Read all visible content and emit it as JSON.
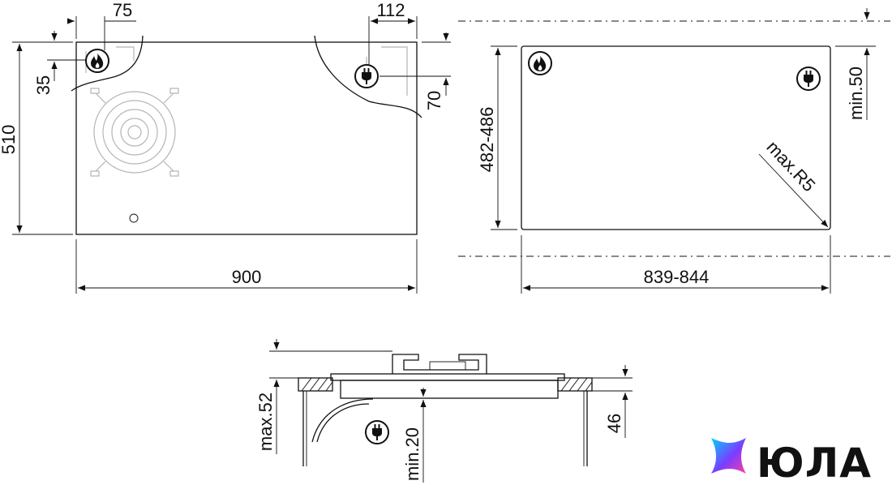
{
  "top_view": {
    "dim_width": "900",
    "dim_depth": "510",
    "dim_gas_x": "75",
    "dim_gas_y": "35",
    "dim_elec_x": "112",
    "dim_elec_y": "70"
  },
  "cutout_view": {
    "dim_width": "839-844",
    "dim_depth": "482-486",
    "dim_min_back": "min.50",
    "dim_radius": "max.R5"
  },
  "side_view": {
    "dim_height": "max.52",
    "dim_worktop": "46",
    "dim_min_below": "min.20"
  },
  "icons": {
    "gas": "flame-icon",
    "electric": "plug-icon"
  },
  "brand": {
    "name": "ЮЛА",
    "gradient": [
      "#00d2ff",
      "#7b3cff",
      "#ff3ea5"
    ]
  }
}
